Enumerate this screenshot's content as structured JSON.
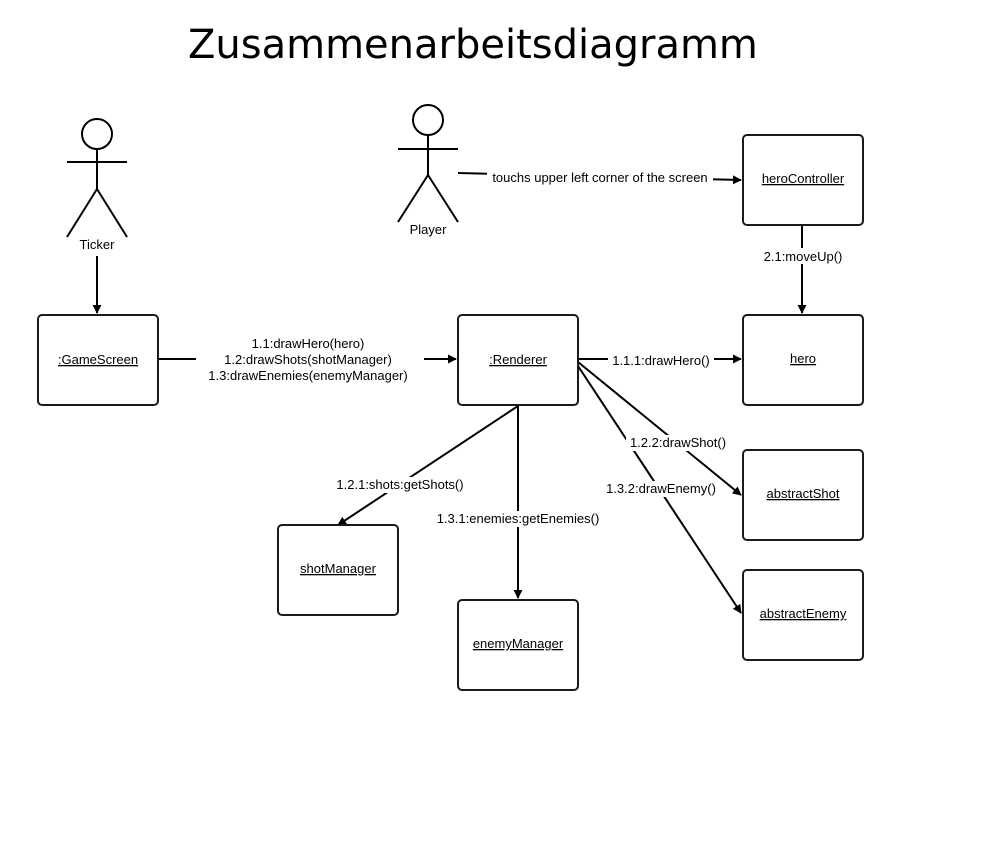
{
  "title": "Zusammenarbeitsdiagramm",
  "actors": {
    "ticker": "Ticker",
    "player": "Player"
  },
  "objects": {
    "game_screen": ":GameScreen",
    "renderer": ":Renderer",
    "hero_controller": "heroController",
    "hero": "hero",
    "abstract_shot": "abstractShot",
    "abstract_enemy": "abstractEnemy",
    "shot_manager": "shotManager",
    "enemy_manager": "enemyManager"
  },
  "messages": {
    "touch": "touchs upper left corner of the screen",
    "move_up": "2.1:moveUp()",
    "draw_hero_gs": "1.1:drawHero(hero)",
    "draw_shots_gs": "1.2:drawShots(shotManager)",
    "draw_enemies_gs": "1.3:drawEnemies(enemyManager)",
    "draw_hero_r": "1.1.1:drawHero()",
    "draw_shot_r": "1.2.2:drawShot()",
    "draw_enemy_r": "1.3.2:drawEnemy()",
    "get_shots": "1.2.1:shots:getShots()",
    "get_enemies": "1.3.1:enemies:getEnemies()"
  }
}
